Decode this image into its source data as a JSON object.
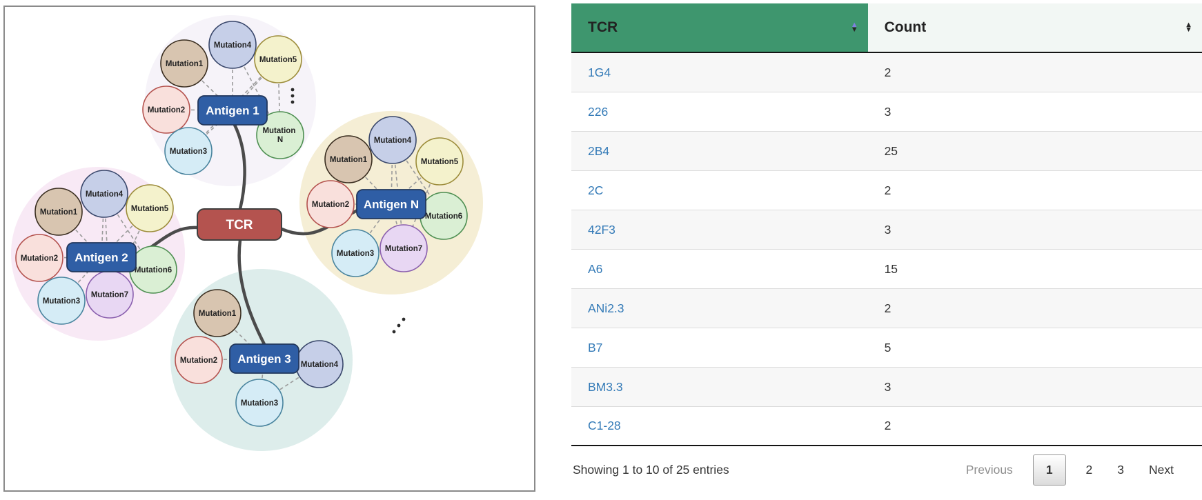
{
  "diagram": {
    "tcr_label": "TCR",
    "clusters": [
      {
        "antigen": "Antigen 1",
        "mutations": [
          "Mutation1",
          "Mutation4",
          "Mutation5",
          "Mutation2",
          "Mutation3"
        ],
        "mutation_n": [
          "Mutation",
          "N"
        ]
      },
      {
        "antigen": "Antigen 2",
        "mutations": [
          "Mutation1",
          "Mutation4",
          "Mutation5",
          "Mutation2",
          "Mutation6",
          "Mutation3",
          "Mutation7"
        ]
      },
      {
        "antigen": "Antigen N",
        "mutations": [
          "Mutation1",
          "Mutation4",
          "Mutation5",
          "Mutation2",
          "Mutation6",
          "Mutation3",
          "Mutation7"
        ]
      },
      {
        "antigen": "Antigen 3",
        "mutations": [
          "Mutation1",
          "Mutation2",
          "Mutation4",
          "Mutation3"
        ]
      }
    ],
    "colors": {
      "tcr_red": "#b4534f",
      "antigen_blue": "#2f5ea5",
      "cluster_lavender": "#f6f3f9",
      "cluster_pink": "#f8e9f5",
      "cluster_wheat": "#f5eed5",
      "cluster_teal": "#ddedeb"
    }
  },
  "table": {
    "columns": [
      {
        "label": "TCR",
        "sort": "asc"
      },
      {
        "label": "Count",
        "sort": "none"
      }
    ],
    "rows": [
      {
        "tcr": "1G4",
        "count": "2"
      },
      {
        "tcr": "226",
        "count": "3"
      },
      {
        "tcr": "2B4",
        "count": "25"
      },
      {
        "tcr": "2C",
        "count": "2"
      },
      {
        "tcr": "42F3",
        "count": "3"
      },
      {
        "tcr": "A6",
        "count": "15"
      },
      {
        "tcr": "ANi2.3",
        "count": "2"
      },
      {
        "tcr": "B7",
        "count": "5"
      },
      {
        "tcr": "BM3.3",
        "count": "3"
      },
      {
        "tcr": "C1-28",
        "count": "2"
      }
    ],
    "info": "Showing 1 to 10 of 25 entries",
    "pagination": {
      "previous": "Previous",
      "pages": [
        "1",
        "2",
        "3"
      ],
      "current": "1",
      "next": "Next"
    }
  },
  "icons": {
    "sort_asc": "▲",
    "sort_desc": "▼"
  },
  "colors": {
    "header_green": "#3e966e",
    "header_light": "#f2f7f4",
    "link_blue": "#337ab7"
  }
}
